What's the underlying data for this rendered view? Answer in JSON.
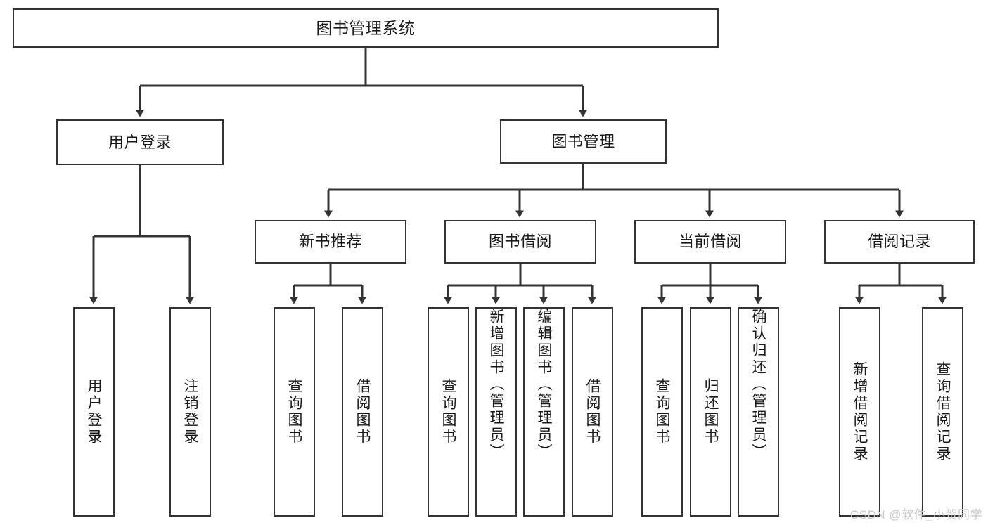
{
  "diagram": {
    "title": "图书管理系统",
    "type": "tree-hierarchy-chart",
    "stroke_color": "#333333",
    "background_color": "#ffffff",
    "text_color": "#1a1a1a"
  },
  "nodes": {
    "root": {
      "label": "图书管理系统"
    },
    "level1": [
      {
        "id": "user-login",
        "label": "用户登录"
      },
      {
        "id": "book-management",
        "label": "图书管理"
      }
    ],
    "level2": [
      {
        "id": "new-book-recommend",
        "label": "新书推荐"
      },
      {
        "id": "book-borrow",
        "label": "图书借阅"
      },
      {
        "id": "current-borrow",
        "label": "当前借阅"
      },
      {
        "id": "borrow-record",
        "label": "借阅记录"
      }
    ],
    "leaves": [
      {
        "id": "leaf-user-login",
        "label": "用户登录",
        "parent": "user-login"
      },
      {
        "id": "leaf-logout-login",
        "label": "注销登录",
        "parent": "user-login"
      },
      {
        "id": "leaf-query-book-1",
        "label": "查询图书",
        "parent": "new-book-recommend"
      },
      {
        "id": "leaf-borrow-book-1",
        "label": "借阅图书",
        "parent": "new-book-recommend"
      },
      {
        "id": "leaf-query-book-2",
        "label": "查询图书",
        "parent": "book-borrow"
      },
      {
        "id": "leaf-add-book",
        "label": "新增图书（管理员）",
        "parent": "book-borrow"
      },
      {
        "id": "leaf-edit-book",
        "label": "编辑图书（管理员）",
        "parent": "book-borrow"
      },
      {
        "id": "leaf-borrow-book-2",
        "label": "借阅图书",
        "parent": "book-borrow"
      },
      {
        "id": "leaf-query-book-3",
        "label": "查询图书",
        "parent": "current-borrow"
      },
      {
        "id": "leaf-return-book",
        "label": "归还图书",
        "parent": "current-borrow"
      },
      {
        "id": "leaf-confirm-return",
        "label": "确认归还（管理员）",
        "parent": "current-borrow"
      },
      {
        "id": "leaf-add-record",
        "label": "新增借阅记录",
        "parent": "borrow-record"
      },
      {
        "id": "leaf-query-record",
        "label": "查询借阅记录",
        "parent": "borrow-record"
      }
    ]
  },
  "watermark": {
    "text": "CSDN @软件_小贺同学"
  }
}
